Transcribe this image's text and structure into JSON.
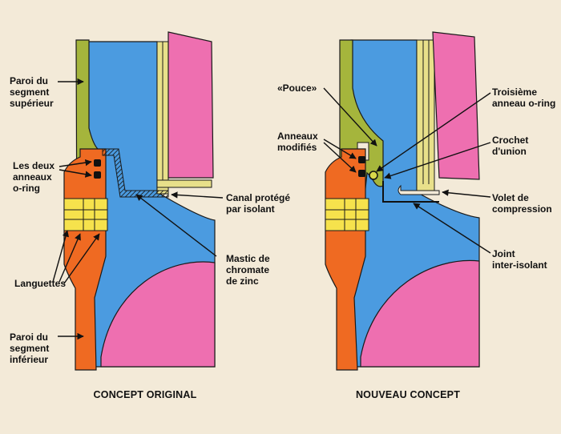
{
  "colors": {
    "background": "#f3ead8",
    "upper_segment": "#a5b53c",
    "lower_segment": "#ef6a22",
    "propellant": "#4b9be0",
    "insulation": "#ee6fb0",
    "liner": "#e8e08a",
    "clevis_pin": "#f6e24c",
    "outline": "#1a1a1a"
  },
  "left": {
    "caption": "CONCEPT ORIGINAL",
    "labels": {
      "upper_wall": "Paroi du\nsegment\nsupérieur",
      "two_orings": "Les deux\nanneaux\no-ring",
      "protected_channel": "Canal protégé\npar isolant",
      "zinc_putty": "Mastic de\nchromate\nde zinc",
      "tangs": "Languettes",
      "lower_wall": "Paroi du\nsegment\ninférieur"
    }
  },
  "right": {
    "caption": "NOUVEAU CONCEPT",
    "labels": {
      "thumb": "«Pouce»",
      "modified_rings": "Anneaux\nmodifiés",
      "third_oring": "Troisième\nanneau o-ring",
      "capture_hook": "Crochet\nd'union",
      "relief_flap": "Volet de\ncompression",
      "insulation_joint": "Joint\ninter-isolant"
    }
  }
}
